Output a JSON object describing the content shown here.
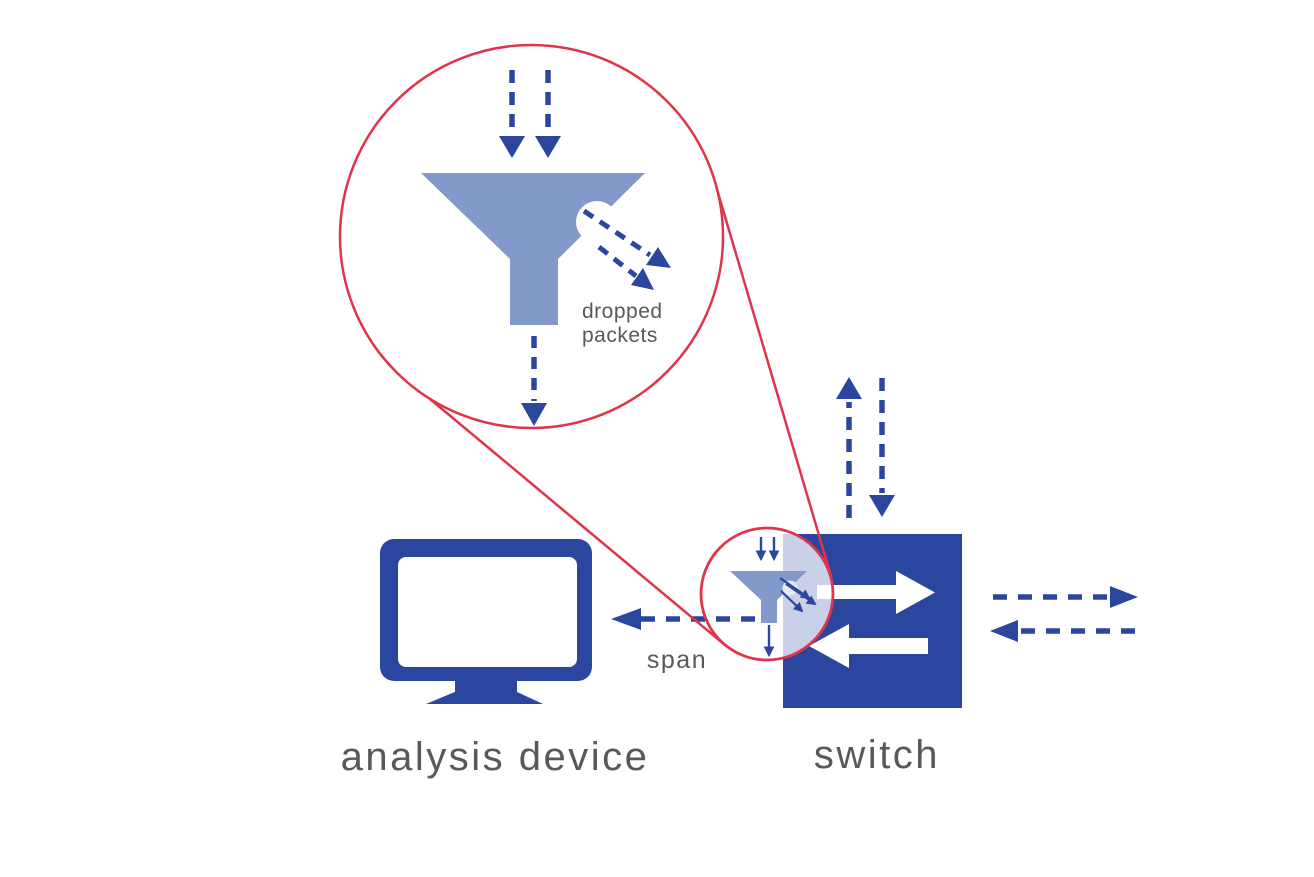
{
  "diagram": {
    "labels": {
      "analysis_device": "analysis device",
      "switch": "switch",
      "span": "span",
      "dropped_packets": "dropped packets"
    },
    "colors": {
      "primary_blue": "#2b469e",
      "funnel_blue": "#8299c9",
      "magnifier_overlay_blue": "#cdd4ea",
      "callout_red": "#e0344a",
      "label_gray": "#58595b",
      "background": "#ffffff"
    }
  }
}
